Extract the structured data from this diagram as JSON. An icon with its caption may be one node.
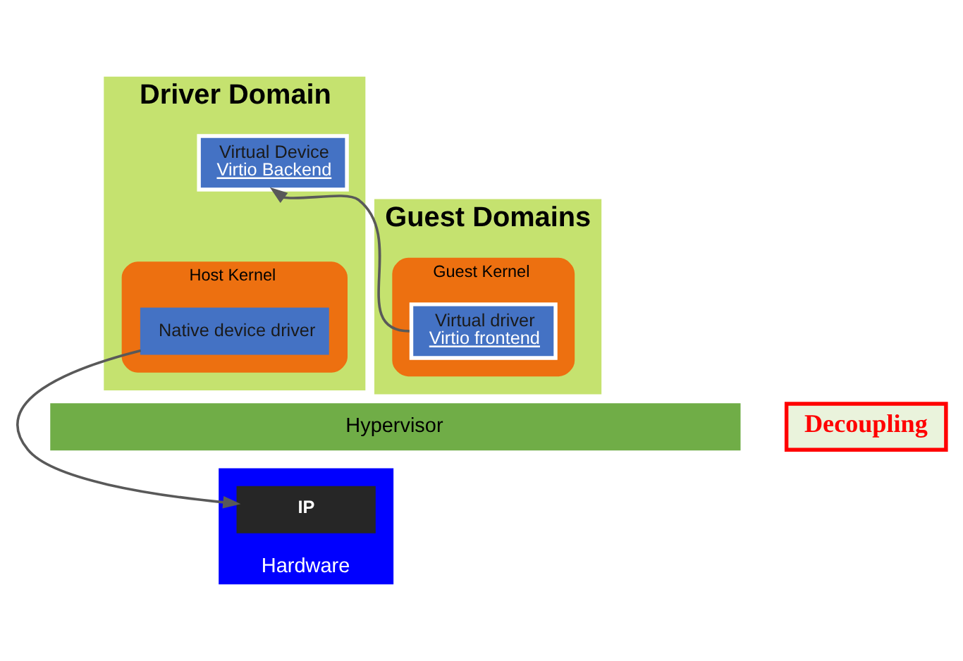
{
  "diagram": {
    "nodes": [
      {
        "text": [
          "Driver Domain"
        ]
      },
      {
        "text": [
          "Virtual Device",
          "Virtio Backend"
        ],
        "in": 0
      },
      {
        "text": [
          "Host Kernel"
        ],
        "in": 0
      },
      {
        "text": [
          "Native device driver"
        ],
        "in": 2
      },
      {
        "text": [
          "Guest Domains"
        ]
      },
      {
        "text": [
          "Guest Kernel"
        ],
        "in": 4
      },
      {
        "text": [
          "Virtual driver",
          "Virtio frontend"
        ],
        "in": 5
      },
      {
        "text": [
          "Hypervisor"
        ]
      },
      {
        "text": [
          "Hardware"
        ]
      },
      {
        "text": [
          "IP"
        ],
        "in": 8
      },
      {
        "text": [
          "Decoupling"
        ]
      }
    ],
    "edges": [
      {
        "from": 6,
        "to": 1,
        "arrow": "to"
      },
      {
        "from": 3,
        "to": 9,
        "arrow": "to"
      }
    ]
  }
}
